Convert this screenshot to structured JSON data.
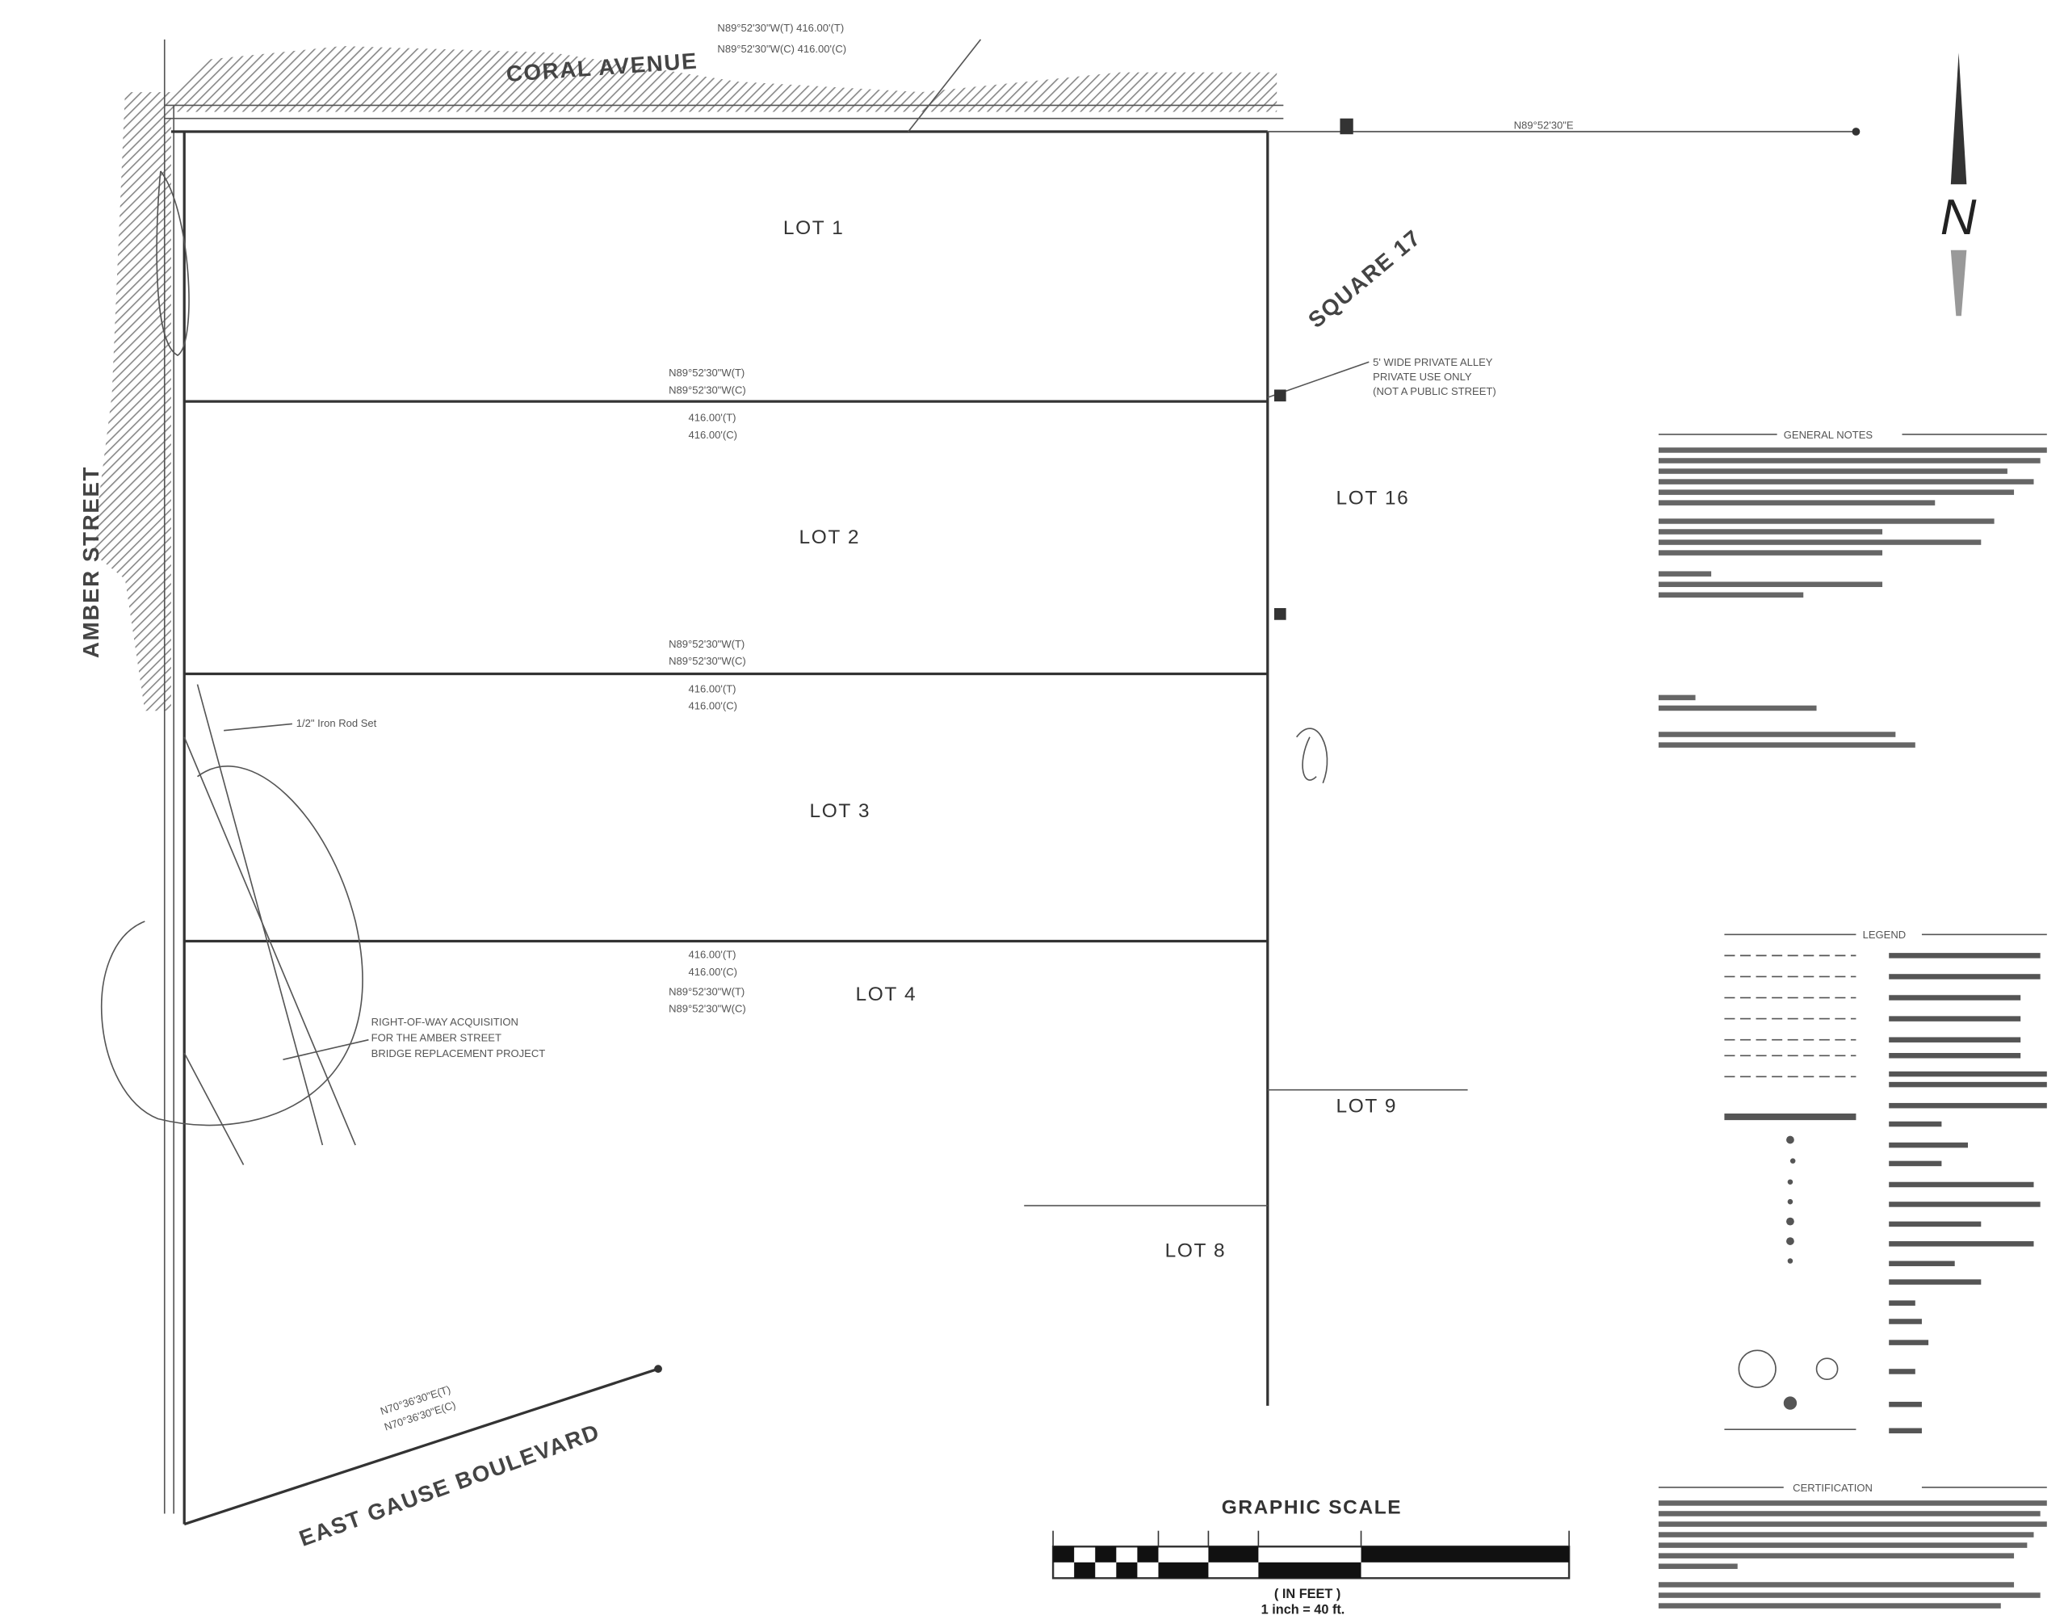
{
  "streets": {
    "coral": "CORAL AVENUE",
    "amber": "AMBER STREET",
    "gause": "EAST GAUSE BOULEVARD",
    "square": "SQUARE 17"
  },
  "lots": {
    "lot1": "LOT 1",
    "lot2": "LOT 2",
    "lot3": "LOT 3",
    "lot4": "LOT 4",
    "lot16": "LOT 16",
    "lot9": "LOT 9",
    "lot8": "LOT 8"
  },
  "bearings": {
    "north": [
      "N89°52'30\"W(T)  416.00'(T)",
      "N89°52'30\"W(C)  416.00'(C)"
    ],
    "line12": [
      "N89°52'30\"W(T)",
      "N89°52'30\"W(C)",
      "416.00'(T)",
      "416.00'(C)"
    ],
    "line23": [
      "N89°52'30\"W(T)",
      "N89°52'30\"W(C)",
      "416.00'(T)",
      "416.00'(C)"
    ],
    "line34": [
      "416.00'(T)",
      "416.00'(C)",
      "N89°52'30\"W(T)",
      "N89°52'30\"W(C)"
    ],
    "tie": "N89°52'30\"E",
    "gause": [
      "N70°36'30\"E(T)",
      "N70°36'30\"E(C)"
    ]
  },
  "callouts": {
    "iron_rod": "1/2\" Iron Rod Set",
    "alley": [
      "5' WIDE PRIVATE ALLEY",
      "PRIVATE USE ONLY",
      "(NOT A PUBLIC STREET)"
    ],
    "row": [
      "RIGHT-OF-WAY ACQUISITION",
      "FOR THE AMBER STREET",
      "BRIDGE REPLACEMENT PROJECT"
    ]
  },
  "north_arrow": "N",
  "panels": {
    "general_notes": "GENERAL NOTES",
    "legend": "LEGEND",
    "certification": "CERTIFICATION"
  },
  "scale": {
    "title": "GRAPHIC SCALE",
    "units": "( IN FEET )",
    "ratio": "1 inch = 40 ft."
  }
}
